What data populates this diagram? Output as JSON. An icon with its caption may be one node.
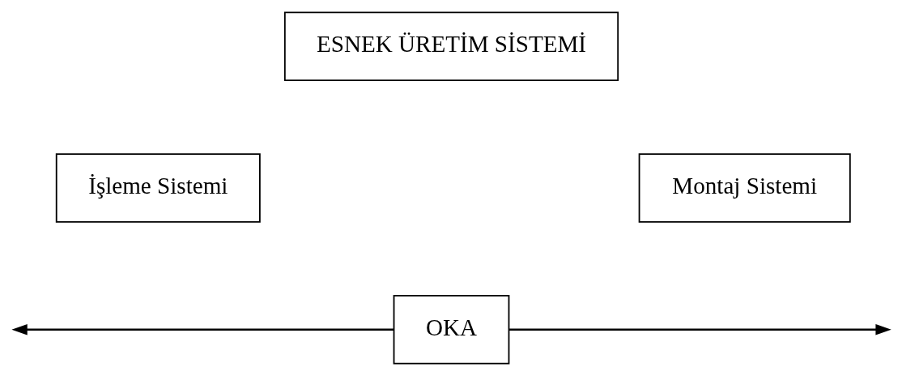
{
  "diagram": {
    "nodes": [
      {
        "text": [
          "ESNEK ÜRETİM SİSTEMİ"
        ]
      },
      {
        "text": [
          "İşleme Sistemi"
        ]
      },
      {
        "text": [
          "Montaj Sistemi"
        ]
      },
      {
        "text": [
          "OKA"
        ]
      }
    ],
    "edges": [
      {
        "from": 3,
        "to": null,
        "arrow": "to"
      },
      {
        "from": 3,
        "to": null,
        "arrow": "to"
      }
    ]
  }
}
